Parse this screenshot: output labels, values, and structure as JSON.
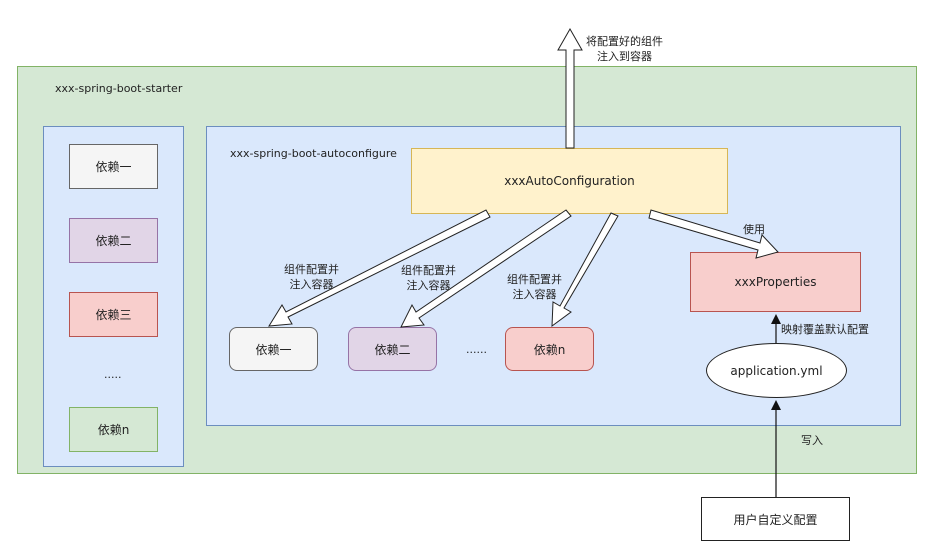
{
  "starter": {
    "title": "xxx-spring-boot-starter",
    "deps": [
      "依赖一",
      "依赖二",
      "依赖三",
      ".....",
      "依赖n"
    ]
  },
  "autoconfigure": {
    "title": "xxx-spring-boot-autoconfigure",
    "auto_configuration": "xxxAutoConfiguration",
    "properties": "xxxProperties",
    "application_yml": "application.yml",
    "deps": [
      "依赖一",
      "依赖二",
      "......",
      "依赖n"
    ],
    "inject_labels": [
      [
        "组件配置并",
        "注入容器"
      ],
      [
        "组件配置并",
        "注入容器"
      ],
      [
        "组件配置并",
        "注入容器"
      ]
    ],
    "use_label": "使用",
    "mapping_label": "映射覆盖默认配置"
  },
  "top_note": [
    "将配置好的组件",
    "注入到容器"
  ],
  "write_label": "写入",
  "user_config": "用户自定义配置",
  "colors": {
    "starter_bg": "#d5e8d4",
    "starter_border": "#82b366",
    "autoconfigure_bg": "#dae8fc",
    "autoconfigure_border": "#6c8ebf",
    "auto_config_bg": "#fff2cc",
    "auto_config_border": "#d6b656",
    "properties_bg": "#f8cecc",
    "properties_border": "#b85450",
    "dep1_bg": "#f5f5f5",
    "dep2_bg": "#e1d5e7",
    "dep3_bg": "#f8cecc",
    "depn_bg": "#d5e8d4"
  }
}
